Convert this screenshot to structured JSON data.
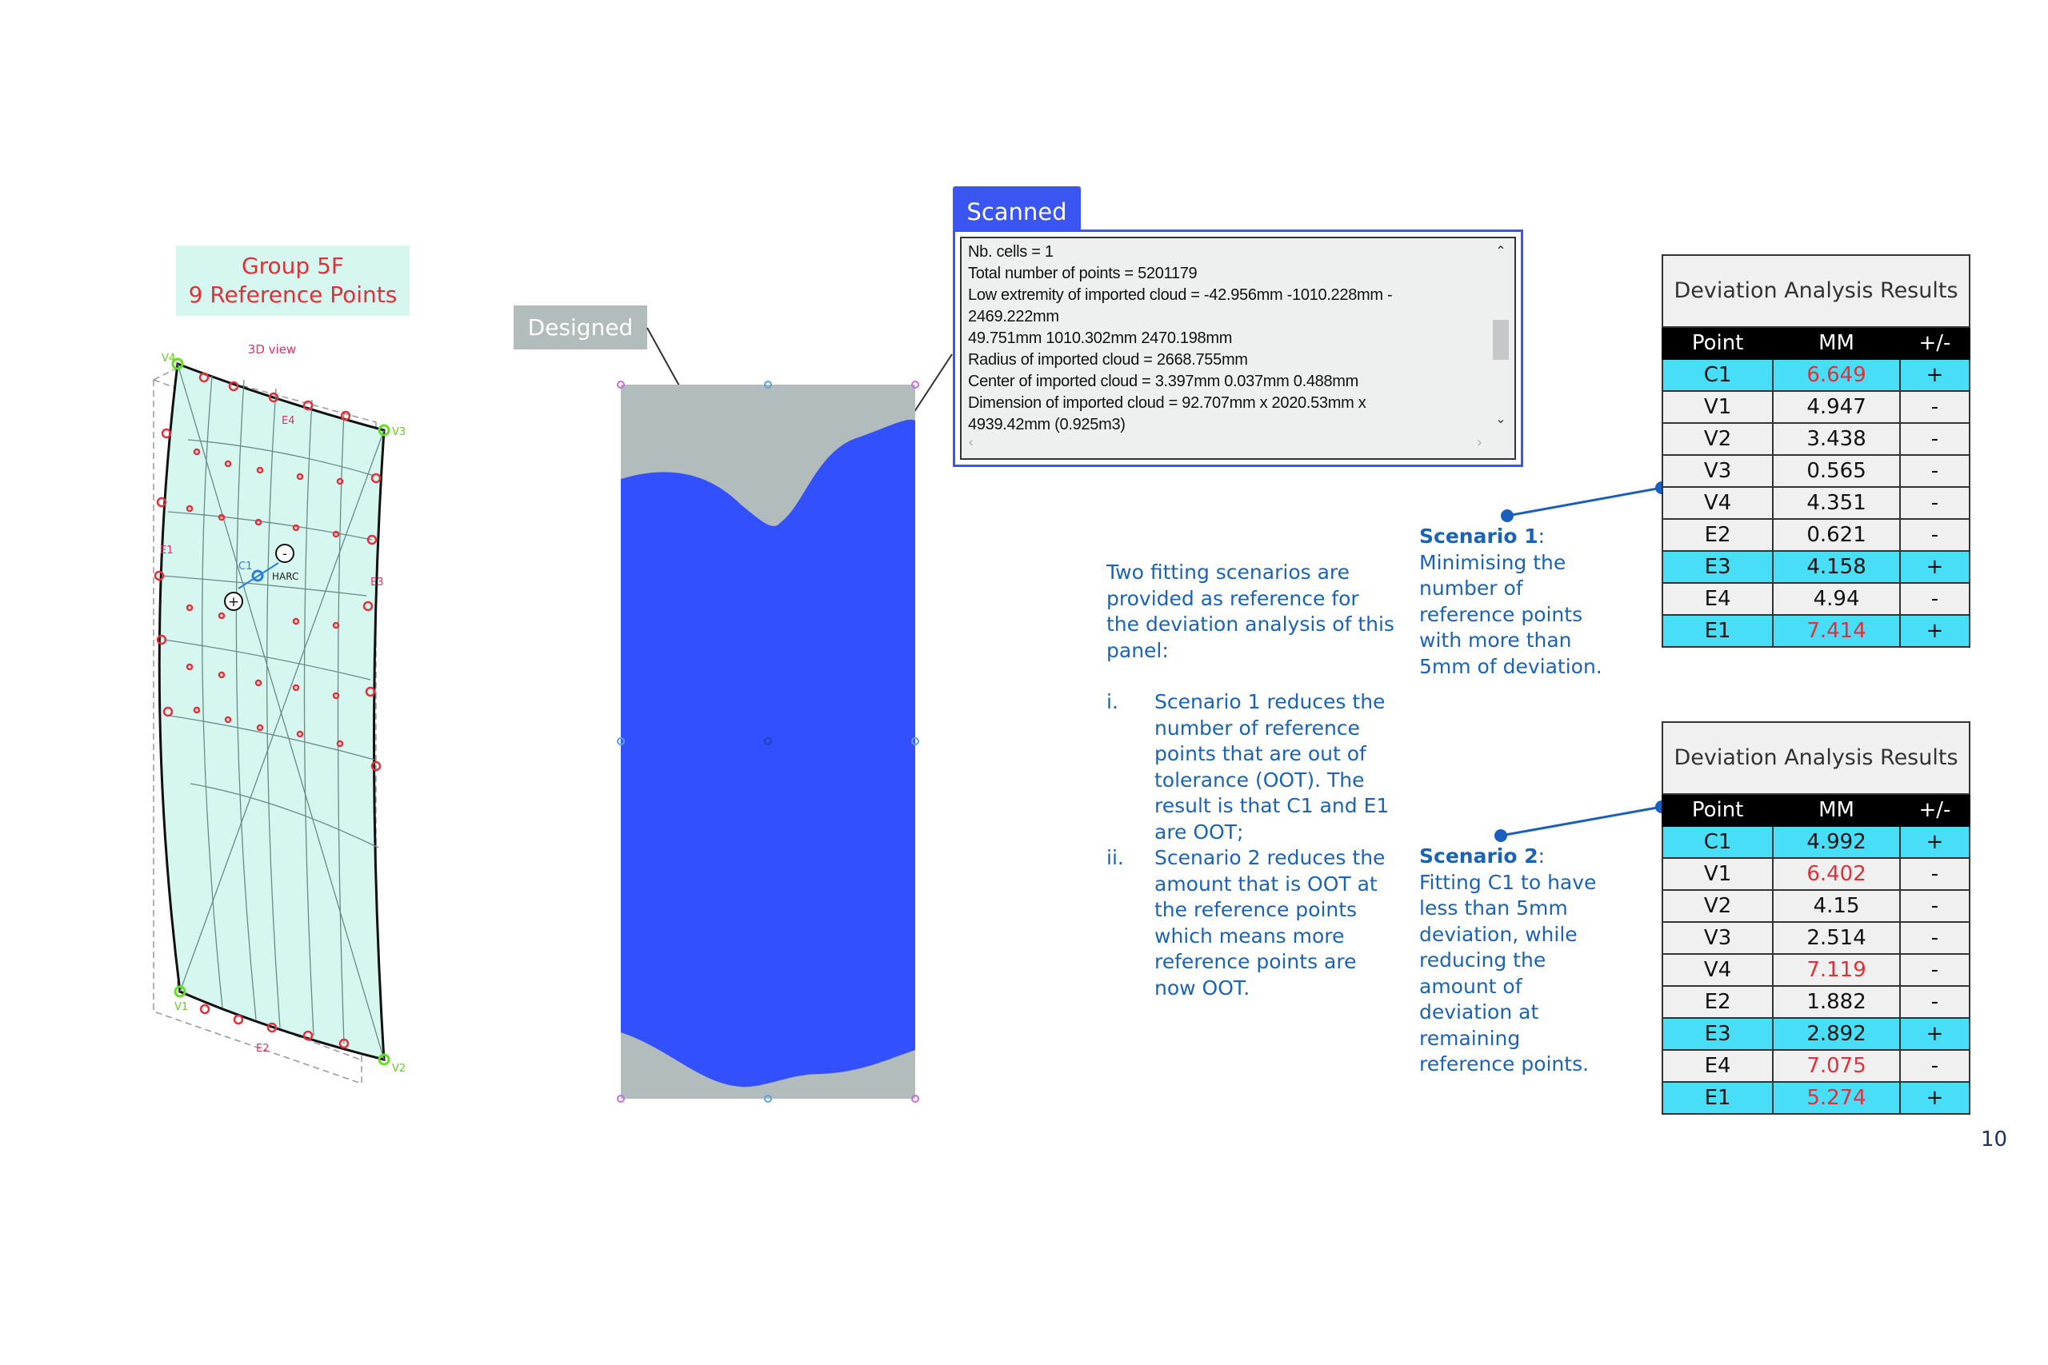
{
  "group_label": {
    "line1": "Group 5F",
    "line2": "9 Reference Points"
  },
  "diagram_3d": {
    "title": "3D view",
    "vertices": [
      "V1",
      "V2",
      "V3",
      "V4"
    ],
    "edges": [
      "E1",
      "E2",
      "E3",
      "E4"
    ],
    "center": "C1",
    "arc_label": "HARC",
    "plus_symbol": "+",
    "minus_symbol": "-"
  },
  "designed_label": "Designed",
  "scanned_label": "Scanned",
  "info_box": {
    "lines": [
      "Nb. cells = 1",
      "Total number of points = 5201179",
      "Low extremity of imported cloud = -42.956mm -1010.228mm -",
      "2469.222mm",
      "49.751mm 1010.302mm 2470.198mm",
      "Radius of imported cloud = 2668.755mm",
      "Center of imported cloud = 3.397mm 0.037mm 0.488mm",
      "Dimension of imported cloud = 92.707mm x 2020.53mm x",
      "4939.42mm (0.925m3)"
    ]
  },
  "description": {
    "intro": "Two fitting scenarios are provided as reference for the deviation analysis of this panel:",
    "items": [
      {
        "num": "i.",
        "text": "Scenario 1 reduces the number of reference points that are out of tolerance (OOT). The result is that C1 and E1 are OOT;"
      },
      {
        "num": "ii.",
        "text": "Scenario 2 reduces the amount that is OOT at the reference points which means more reference points are now OOT."
      }
    ]
  },
  "scenario1": {
    "title": "Scenario 1",
    "text": "Minimising the number of reference points with more than 5mm of deviation."
  },
  "scenario2": {
    "title": "Scenario 2",
    "text": "Fitting C1 to have less than 5mm deviation, while reducing the amount of deviation at remaining reference points."
  },
  "tables": [
    {
      "title": "Deviation Analysis Results",
      "headers": [
        "Point",
        "MM",
        "+/-"
      ],
      "rows": [
        {
          "point": "C1",
          "mm": "6.649",
          "sign": "+",
          "oot": true,
          "highlight": true
        },
        {
          "point": "V1",
          "mm": "4.947",
          "sign": "-",
          "oot": false,
          "highlight": false
        },
        {
          "point": "V2",
          "mm": "3.438",
          "sign": "-",
          "oot": false,
          "highlight": false
        },
        {
          "point": "V3",
          "mm": "0.565",
          "sign": "-",
          "oot": false,
          "highlight": false
        },
        {
          "point": "V4",
          "mm": "4.351",
          "sign": "-",
          "oot": false,
          "highlight": false
        },
        {
          "point": "E2",
          "mm": "0.621",
          "sign": "-",
          "oot": false,
          "highlight": false
        },
        {
          "point": "E3",
          "mm": "4.158",
          "sign": "+",
          "oot": false,
          "highlight": true
        },
        {
          "point": "E4",
          "mm": "4.94",
          "sign": "-",
          "oot": false,
          "highlight": false
        },
        {
          "point": "E1",
          "mm": "7.414",
          "sign": "+",
          "oot": true,
          "highlight": true
        }
      ]
    },
    {
      "title": "Deviation Analysis Results",
      "headers": [
        "Point",
        "MM",
        "+/-"
      ],
      "rows": [
        {
          "point": "C1",
          "mm": "4.992",
          "sign": "+",
          "oot": false,
          "highlight": true
        },
        {
          "point": "V1",
          "mm": "6.402",
          "sign": "-",
          "oot": true,
          "highlight": false
        },
        {
          "point": "V2",
          "mm": "4.15",
          "sign": "-",
          "oot": false,
          "highlight": false
        },
        {
          "point": "V3",
          "mm": "2.514",
          "sign": "-",
          "oot": false,
          "highlight": false
        },
        {
          "point": "V4",
          "mm": "7.119",
          "sign": "-",
          "oot": true,
          "highlight": false
        },
        {
          "point": "E2",
          "mm": "1.882",
          "sign": "-",
          "oot": false,
          "highlight": false
        },
        {
          "point": "E3",
          "mm": "2.892",
          "sign": "+",
          "oot": false,
          "highlight": true
        },
        {
          "point": "E4",
          "mm": "7.075",
          "sign": "-",
          "oot": true,
          "highlight": false
        },
        {
          "point": "E1",
          "mm": "5.274",
          "sign": "+",
          "oot": true,
          "highlight": true
        }
      ]
    }
  ],
  "page_number": "10",
  "colors": {
    "scan_blue": "#3350ff",
    "designed_grey": "#b3bcbc",
    "highlight_cyan": "#48def8",
    "oot_red": "#e0303a",
    "text_blue": "#1a63b5"
  }
}
